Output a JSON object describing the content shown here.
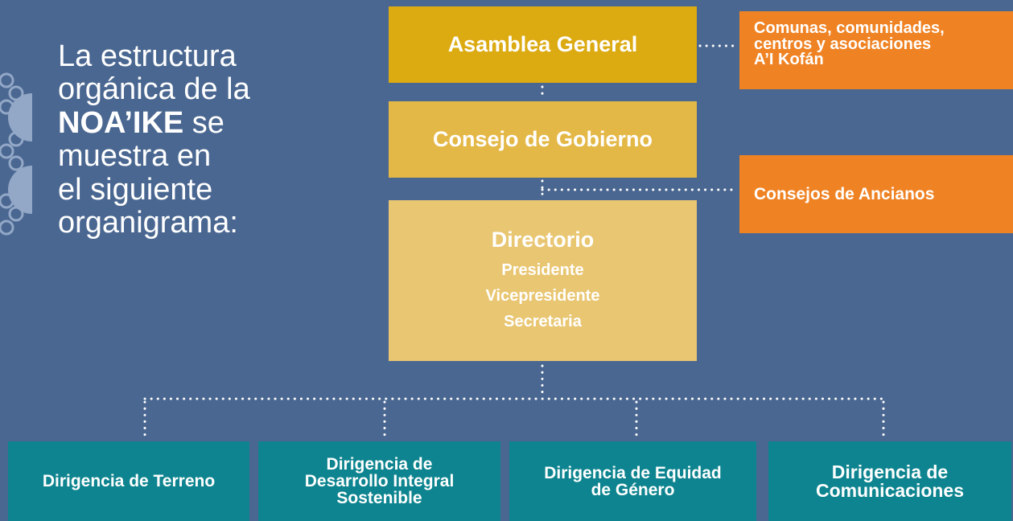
{
  "intro": {
    "line1": "La estructura",
    "line2": "orgánica de la",
    "brand": "NOA’IKE",
    "line3_tail": " se",
    "line4": "muestra en",
    "line5": "el siguiente",
    "line6": "organigrama:"
  },
  "org": {
    "asamblea": "Asamblea General",
    "consejo": "Consejo de Gobierno",
    "directorio": {
      "title": "Directorio",
      "roles": [
        "Presidente",
        "Vicepresidente",
        "Secretaria"
      ]
    },
    "comunas": [
      "Comunas, comunidades,",
      "centros y asociaciones",
      "A’I Kofán"
    ],
    "ancianos": "Consejos de Ancianos",
    "dirigencias": {
      "terreno": [
        "Dirigencia de Terreno"
      ],
      "desarrollo": [
        "Dirigencia de",
        "Desarrollo Integral",
        "Sostenible"
      ],
      "equidad": [
        "Dirigencia de Equidad",
        "de Género"
      ],
      "comunicaciones": [
        "Dirigencia de",
        "Comunicaciones"
      ]
    }
  },
  "colors": {
    "background": "#4a6791",
    "gold_dark": "#dcaa11",
    "gold_mid": "#e4b847",
    "gold_light": "#e9c672",
    "orange": "#ef8324",
    "teal": "#0d848f",
    "connector": "#ffffff"
  },
  "icons": {
    "decoration": "interlocking-circles-pattern-icon"
  }
}
